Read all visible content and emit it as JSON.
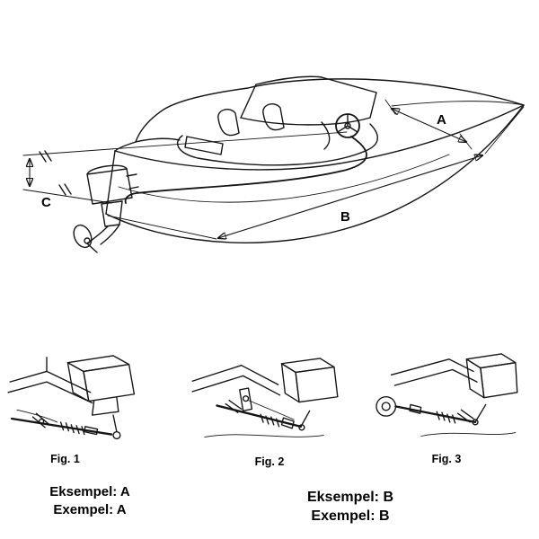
{
  "page": {
    "background": "#ffffff",
    "line_color": "#151515"
  },
  "boat_diagram": {
    "description": "speedboat-side-perspective-with-steering-cable-measurements",
    "labels": {
      "a": "A",
      "b": "B",
      "c": "C"
    }
  },
  "figures": [
    {
      "caption": "Fig. 1"
    },
    {
      "caption": "Fig. 2"
    },
    {
      "caption": "Fig. 3"
    }
  ],
  "examples": {
    "a": {
      "line1": "Eksempel: A",
      "line2": "Exempel: A"
    },
    "b": {
      "line1": "Eksempel: B",
      "line2": "Exempel: B"
    }
  }
}
